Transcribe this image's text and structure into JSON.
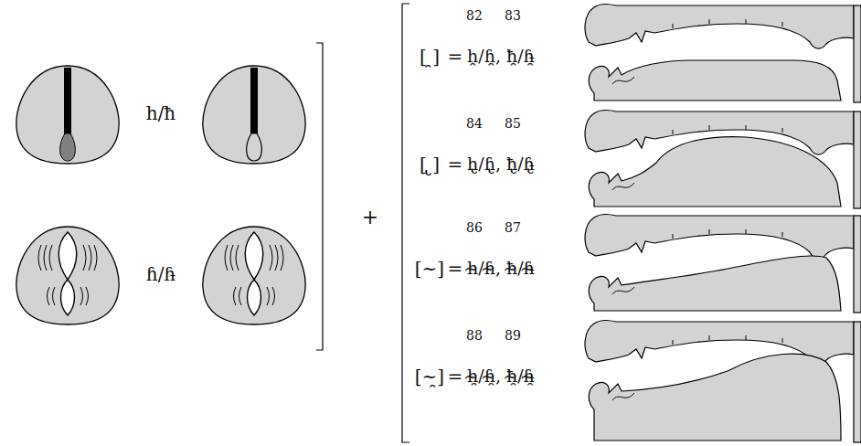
{
  "diagram": {
    "labels": [
      "h/ħ",
      "ɦ/ɦ̵",
      "+",
      "82",
      "83",
      "[ ̯]",
      "=",
      "h̯/ɦ̯, ħ̯/ɦ̵̯",
      "84",
      "85",
      "[ ̢]",
      "=",
      "h̢/ɦ̢, ħ̢/ɦ̵̢",
      "86",
      "87",
      "[~]",
      "=",
      "h̴/ɦ̴, ħ̴/ɦ̵̴",
      "88",
      "89",
      "[~̯]",
      "=",
      "h̴̯/ɦ̴̯, ħ̴̯/ɦ̵̴̯"
    ]
  }
}
